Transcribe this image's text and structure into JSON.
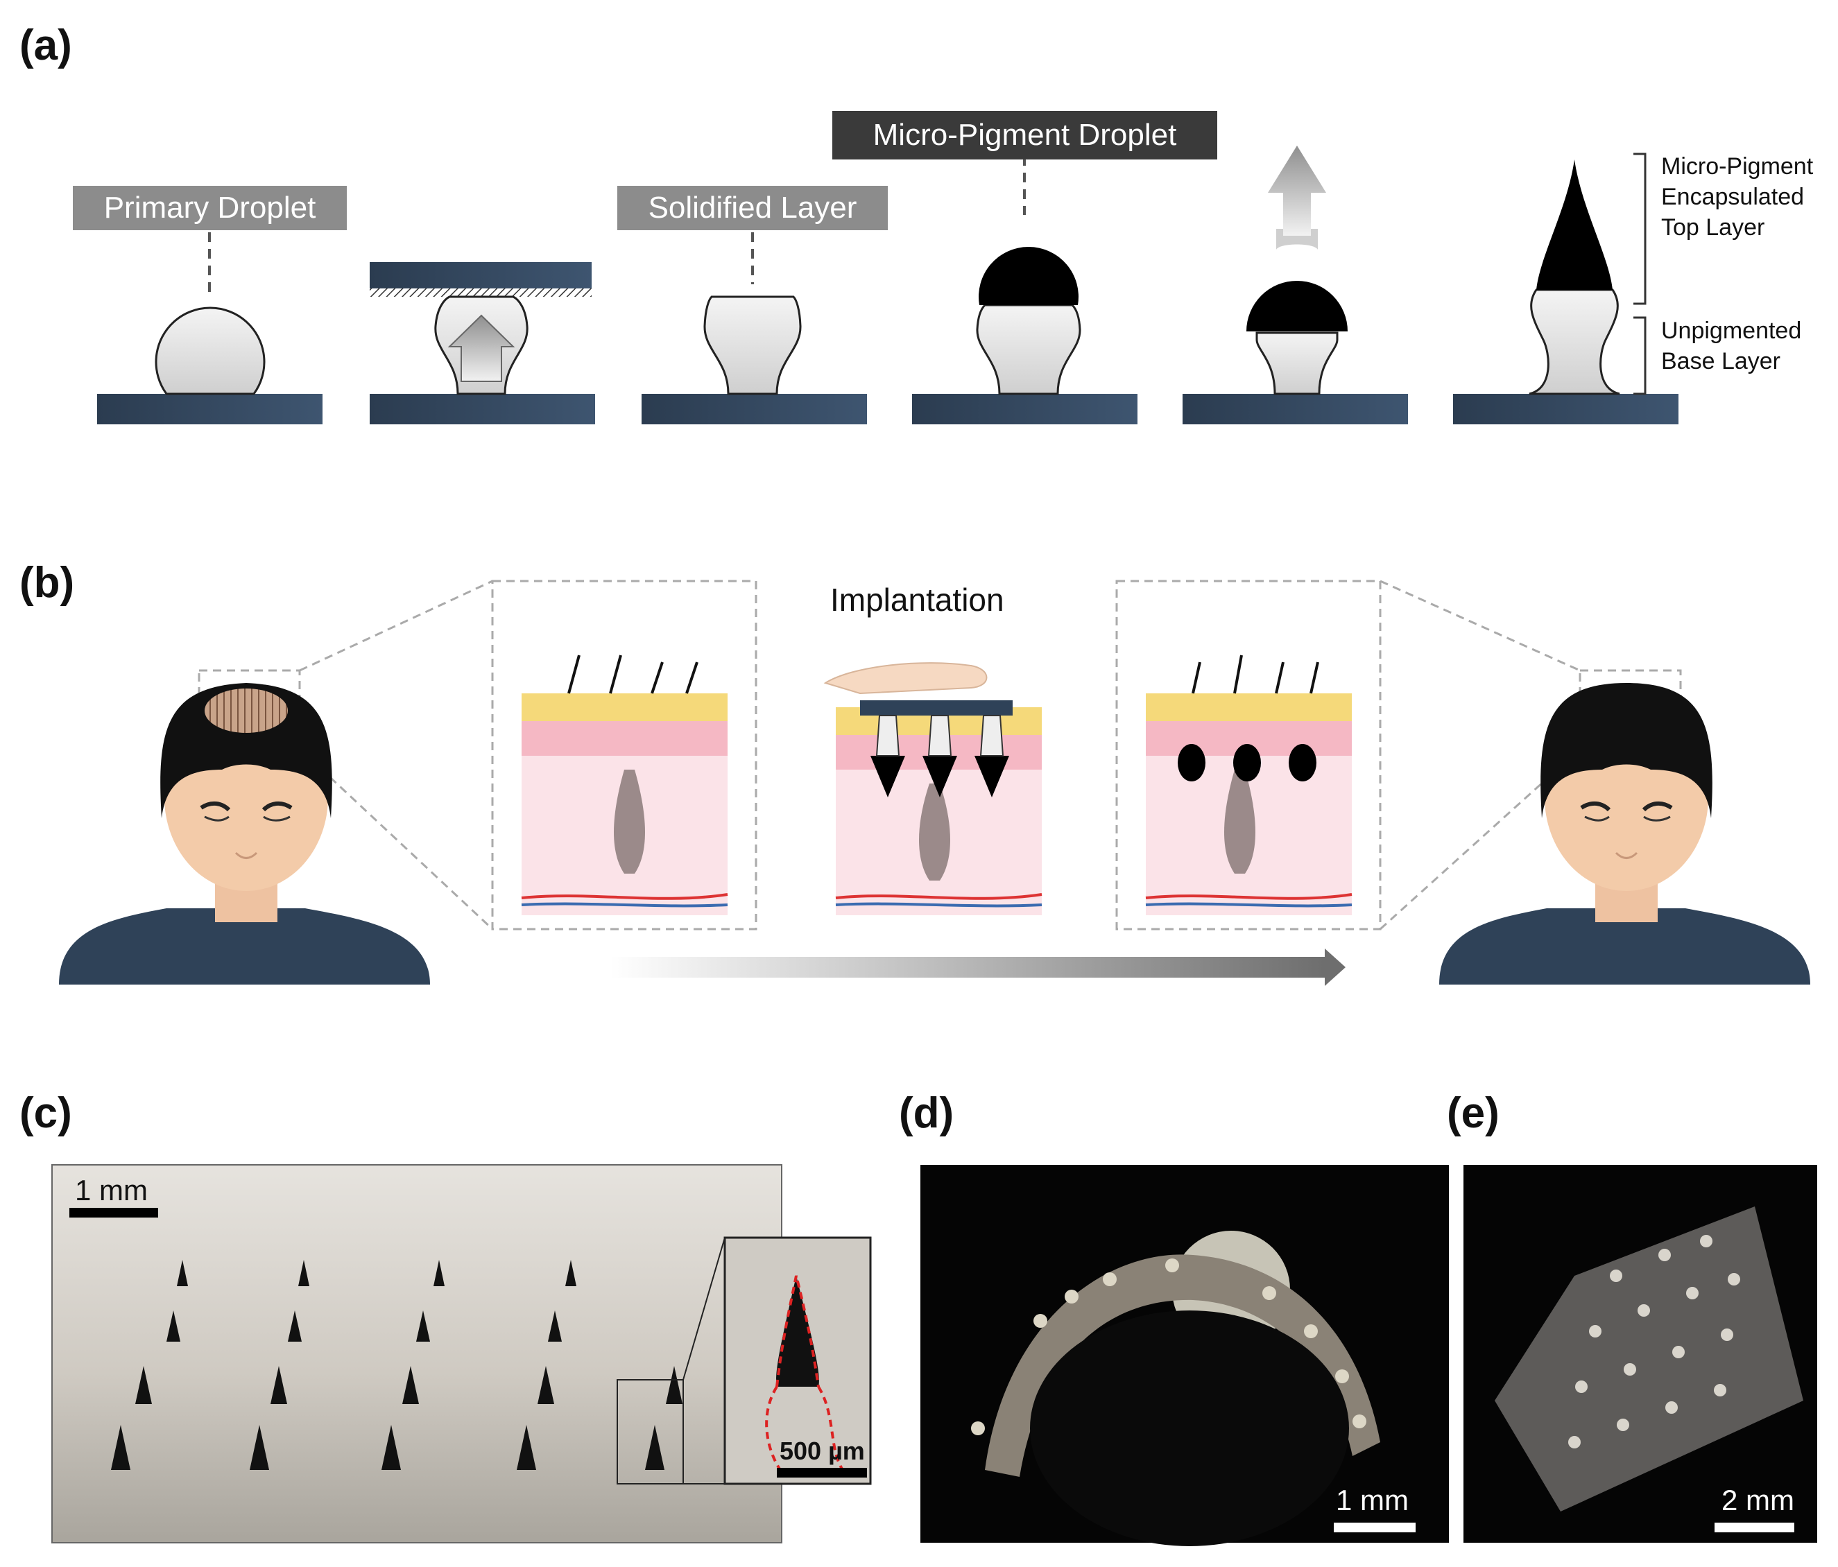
{
  "panels": {
    "a": "(a)",
    "b": "(b)",
    "c": "(c)",
    "d": "(d)",
    "e": "(e)"
  },
  "a": {
    "primary": "Primary Droplet",
    "solidified": "Solidified Layer",
    "micro": "Micro-Pigment Droplet",
    "top_layer": [
      "Micro-Pigment",
      "Encapsulated",
      "Top Layer"
    ],
    "base_layer": [
      "Unpigmented",
      "Base Layer"
    ]
  },
  "b": {
    "implantation": "Implantation"
  },
  "c": {
    "scale": "1 mm",
    "inset_scale": "500 µm"
  },
  "d": {
    "scale": "1 mm"
  },
  "e": {
    "scale": "2 mm"
  },
  "colors": {
    "navy": "#2f4258",
    "tag_gray": "#8c8c8c",
    "tag_dark": "#3a3a3a",
    "skin_top": "#f5d97a",
    "skin_pink": "#f5b8c4",
    "dermis": "#fbe3e8"
  }
}
